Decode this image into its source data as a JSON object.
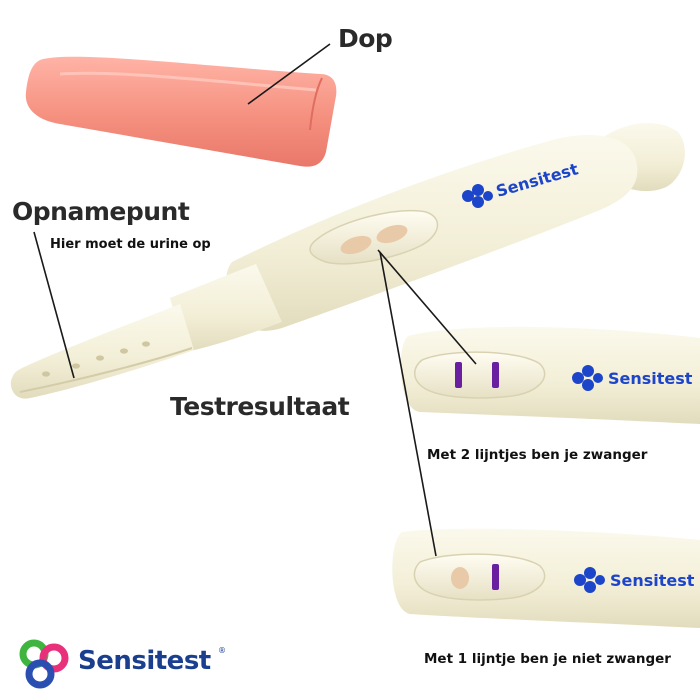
{
  "labels": {
    "dop": "Dop",
    "opnamepunt": "Opnamepunt",
    "hier": "Hier moet de urine op",
    "testresultaat": "Testresultaat",
    "two_lines": "Met 2 lijntjes ben je zwanger",
    "one_line": "Met 1 lijntje ben je niet zwanger"
  },
  "brand": {
    "name": "Sensitest",
    "registered": "®",
    "device_text": "Sensitest"
  },
  "colors": {
    "cap": "#f59a8c",
    "device": "#f3efd9",
    "brand_blue": "#1c45c9",
    "result_line": "#6a1fa0",
    "logo_green": "#3fb43f",
    "logo_pink": "#e8317a",
    "logo_blue": "#2a4fb0"
  },
  "icons": {
    "cap": "cap-illustration",
    "test": "pregnancy-test-illustration",
    "logo": "sensitest-logo-icon"
  }
}
